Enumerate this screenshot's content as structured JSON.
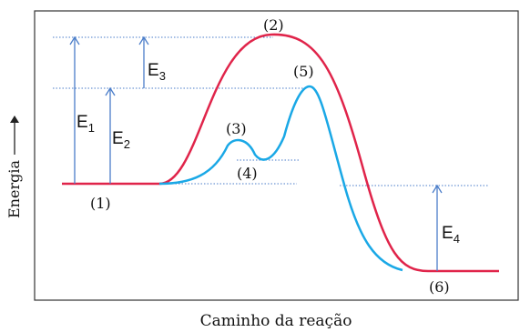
{
  "axes": {
    "y_label": "Energia",
    "x_label": "Caminho da reação"
  },
  "points": {
    "p1": "(1)",
    "p2": "(2)",
    "p3": "(3)",
    "p4": "(4)",
    "p5": "(5)",
    "p6": "(6)"
  },
  "energies": [
    {
      "letter": "E",
      "sub": "1"
    },
    {
      "letter": "E",
      "sub": "2"
    },
    {
      "letter": "E",
      "sub": "3"
    },
    {
      "letter": "E",
      "sub": "4"
    }
  ],
  "colors": {
    "uncatalyzed_curve": "#e0244a",
    "catalyzed_curve": "#1aa8e6",
    "arrow": "#4a7dc9",
    "guide_line": "#4a7dc9",
    "frame": "#333333"
  }
}
